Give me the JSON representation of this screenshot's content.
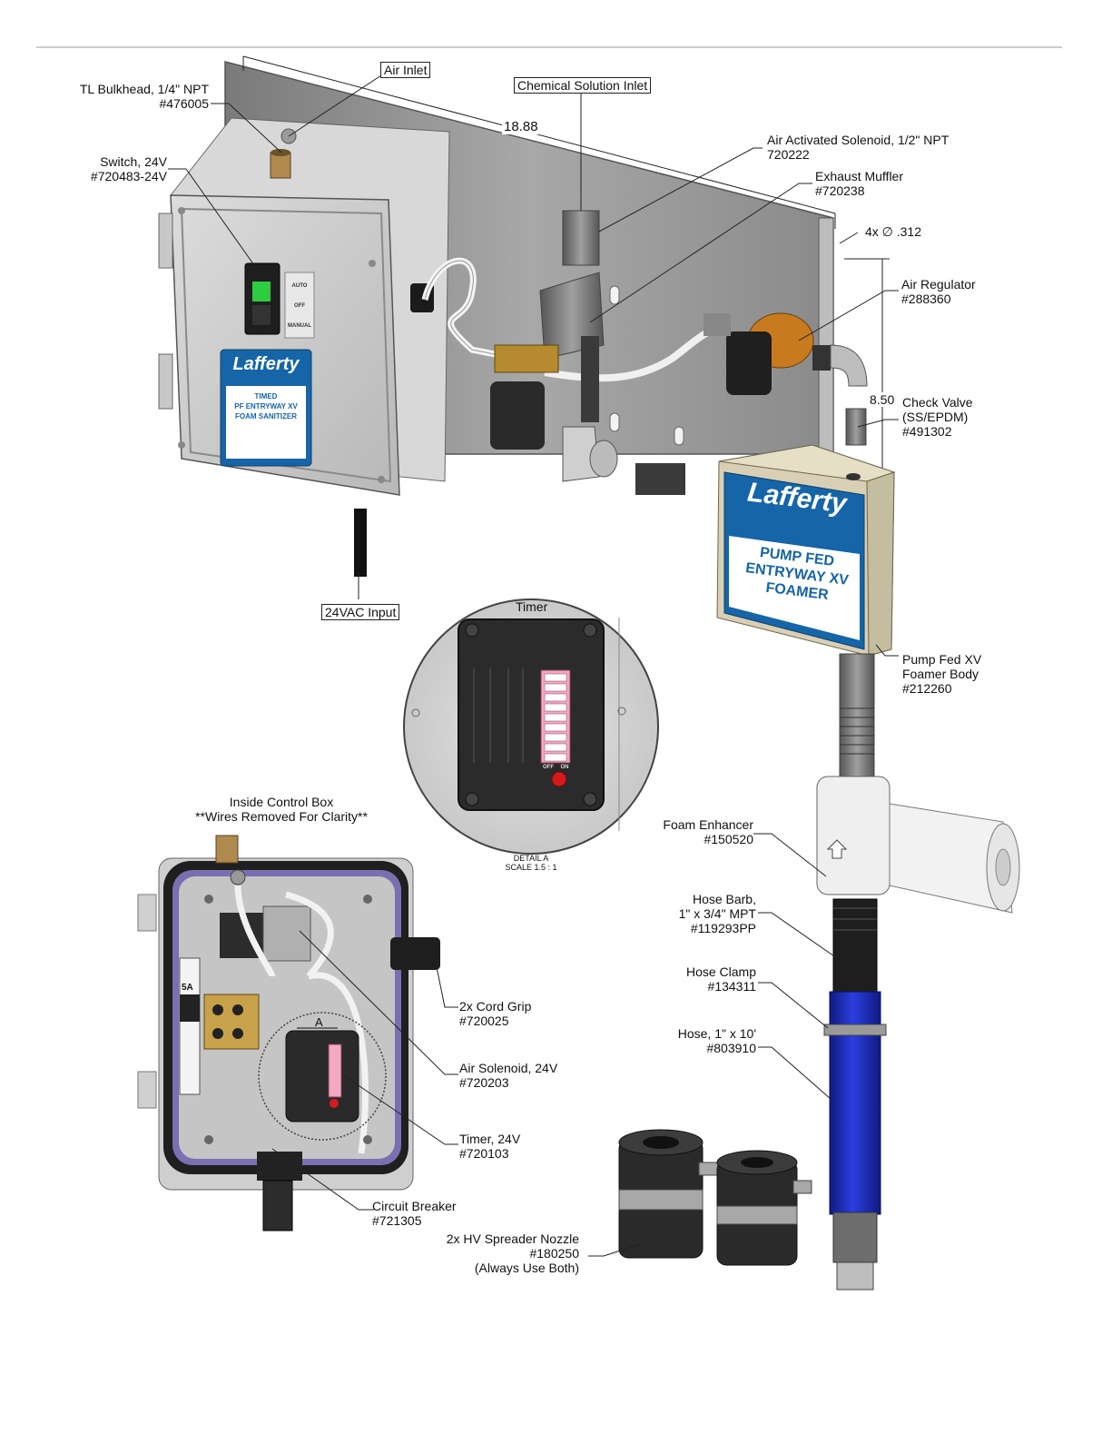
{
  "callouts": {
    "bulkhead": [
      "TL Bulkhead, 1/4\" NPT",
      "#476005"
    ],
    "air_inlet": "Air Inlet",
    "chemical_inlet": "Chemical Solution Inlet",
    "dimension_width": "18.88",
    "switch": [
      "Switch, 24V",
      "#720483-24V"
    ],
    "air_activated_solenoid": [
      "Air Activated Solenoid, 1/2\" NPT",
      "720222"
    ],
    "exhaust_muffler": [
      "Exhaust Muffler",
      "#720238"
    ],
    "holes": "4x ∅ .312",
    "air_regulator": [
      "Air Regulator",
      "#288360"
    ],
    "dimension_height": "8.50",
    "check_valve": [
      "Check Valve",
      "(SS/EPDM)",
      "#491302"
    ],
    "input_24vac": "24VAC Input",
    "timer_title": "Timer",
    "detail": [
      "DETAIL A",
      "SCALE 1.5 : 1"
    ],
    "pump_fed_body": [
      "Pump Fed XV",
      "Foamer Body",
      "#212260"
    ],
    "inside_box": [
      "Inside Control Box",
      "**Wires Removed For Clarity**"
    ],
    "foam_enhancer": [
      "Foam Enhancer",
      "#150520"
    ],
    "hose_barb": [
      "Hose Barb,",
      "1\" x 3/4\" MPT",
      "#119293PP"
    ],
    "cord_grip": [
      "2x Cord Grip",
      "#720025"
    ],
    "hose_clamp": [
      "Hose Clamp",
      "#134311"
    ],
    "hose": [
      "Hose, 1\" x 10'",
      "#803910"
    ],
    "air_solenoid_24v": [
      "Air Solenoid, 24V",
      "#720203"
    ],
    "timer_24v": [
      "Timer, 24V",
      "#720103"
    ],
    "circuit_breaker": [
      "Circuit Breaker",
      "#721305"
    ],
    "spreader_nozzle": [
      "2x HV Spreader Nozzle",
      "#180250",
      "(Always Use Both)"
    ],
    "detail_marker": "A",
    "breaker_rating": "5A"
  },
  "decals": {
    "control_box": {
      "brand": "Lafferty",
      "lines": [
        "TIMED",
        "PF ENTRYWAY XV",
        "FOAM SANITIZER"
      ]
    },
    "foamer": {
      "brand": "Lafferty",
      "lines": [
        "PUMP FED",
        "ENTRYWAY XV",
        "FOAMER"
      ]
    },
    "switch_positions": [
      "AUTO",
      "OFF",
      "MANUAL"
    ],
    "timer_switch_labels": [
      "OFF",
      "ON"
    ]
  },
  "colors": {
    "brand_blue": "#1565a8",
    "plate": "#8e8e8e",
    "hose_blue": "#1d2fc4",
    "switch_green": "#2ecc40",
    "timer_led": "#d61b1b",
    "regulator_orange": "#c87a1e"
  }
}
